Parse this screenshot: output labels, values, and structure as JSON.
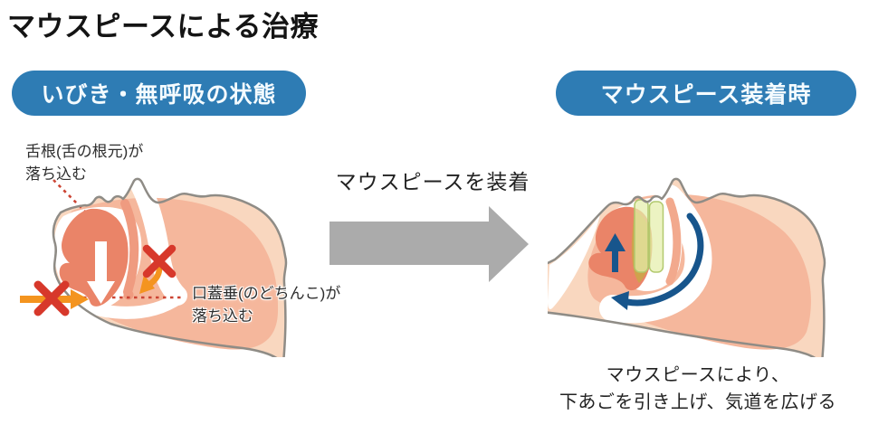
{
  "title": "マウスピースによる治療",
  "left_panel": {
    "badge": "いびき・無呼吸の状態",
    "label_tongue_line1": "舌根(舌の根元)が",
    "label_tongue_line2": "落ち込む",
    "label_uvula_line1": "口蓋垂(のどちんこ)が",
    "label_uvula_line2": "落ち込む"
  },
  "transition": {
    "label": "マウスピースを装着"
  },
  "right_panel": {
    "badge": "マウスピース装着時",
    "caption_line1": "マウスピースにより、",
    "caption_line2": "下あごを引き上げ、気道を広げる"
  },
  "colors": {
    "badge_bg": "#2e7cb4",
    "title_text": "#141414",
    "skin": "#f9d7bf",
    "skin_outline": "#8f8c86",
    "inner_tissue": "#f5b79c",
    "tongue": "#ea8468",
    "soft_palate": "#ef9b80",
    "blocked_arrow_orange": "#f4941f",
    "blocked_x_red": "#d7382b",
    "leader_dotted_red": "#cc4433",
    "open_airway_blue": "#17558c",
    "mouthpiece_green": "#e4eeab",
    "mouthpiece_border_green": "#b2c96e",
    "olive_overlap": "#cfa24c",
    "transition_arrow_gray": "#ababab"
  }
}
